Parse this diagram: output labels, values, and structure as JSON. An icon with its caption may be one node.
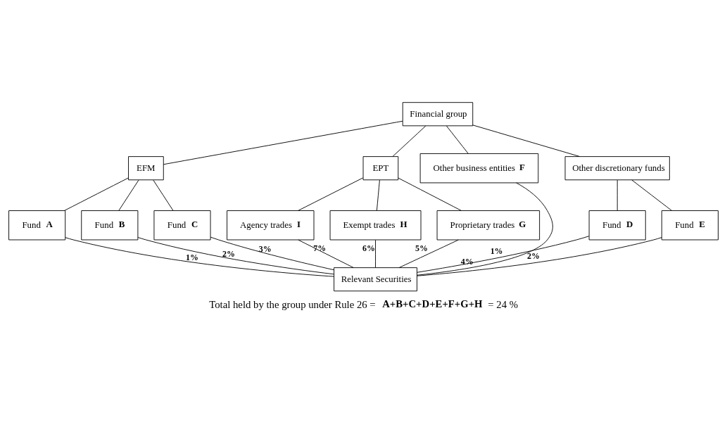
{
  "diagram": {
    "caption": "Total held by the group under Rule 26 = **A+B+C+D+E+F+G+H** = 24 %",
    "nodes": [
      {
        "text": [
          "Financial group"
        ]
      },
      {
        "text": [
          "EFM"
        ]
      },
      {
        "text": [
          "EPT"
        ]
      },
      {
        "text": [
          "Other business entities **F**"
        ]
      },
      {
        "text": [
          "Other discretionary funds"
        ]
      },
      {
        "text": [
          "Agency trades **I**"
        ]
      },
      {
        "text": [
          "Exempt trades **H**"
        ]
      },
      {
        "text": [
          "Proprietary trades **G**"
        ]
      },
      {
        "text": [
          "Fund **A**"
        ]
      },
      {
        "text": [
          "Fund **B**"
        ]
      },
      {
        "text": [
          "Fund **C**"
        ]
      },
      {
        "text": [
          "Fund **D**"
        ]
      },
      {
        "text": [
          "Fund **E**"
        ]
      },
      {
        "text": [
          "Relevant Securities"
        ]
      }
    ],
    "edges": [
      {
        "from": 0,
        "to": 1,
        "arrow": "none"
      },
      {
        "from": 0,
        "to": 2,
        "arrow": "none"
      },
      {
        "from": 0,
        "to": 3,
        "arrow": "none"
      },
      {
        "from": 0,
        "to": 4,
        "arrow": "none"
      },
      {
        "from": 2,
        "to": 5,
        "arrow": "none"
      },
      {
        "from": 2,
        "to": 6,
        "arrow": "none"
      },
      {
        "from": 2,
        "to": 7,
        "arrow": "none"
      },
      {
        "from": 1,
        "to": 8,
        "arrow": "none"
      },
      {
        "from": 1,
        "to": 9,
        "arrow": "none"
      },
      {
        "from": 1,
        "to": 10,
        "arrow": "none"
      },
      {
        "from": 4,
        "to": 11,
        "arrow": "none"
      },
      {
        "from": 4,
        "to": 12,
        "arrow": "none"
      },
      {
        "from": 8,
        "to": 13,
        "arrow": "none",
        "label": "1%"
      },
      {
        "from": 9,
        "to": 13,
        "arrow": "none",
        "label": "2%"
      },
      {
        "from": 10,
        "to": 13,
        "arrow": "none",
        "label": "3%"
      },
      {
        "from": 5,
        "to": 13,
        "arrow": "none",
        "label": "7%"
      },
      {
        "from": 6,
        "to": 13,
        "arrow": "none",
        "label": "6%"
      },
      {
        "from": 7,
        "to": 13,
        "arrow": "none",
        "label": "5%"
      },
      {
        "from": 3,
        "to": 13,
        "arrow": "none",
        "label": "4%"
      },
      {
        "from": 11,
        "to": 13,
        "arrow": "none",
        "label": "1%"
      },
      {
        "from": 12,
        "to": 13,
        "arrow": "none",
        "label": "2%"
      }
    ]
  }
}
